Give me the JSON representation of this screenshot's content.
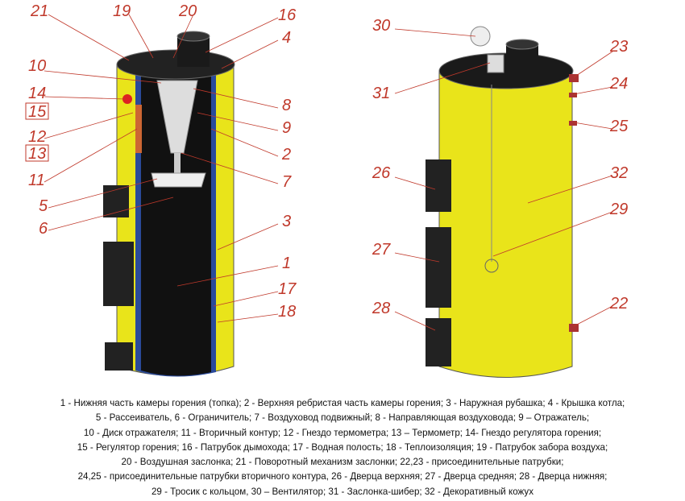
{
  "labels_left": [
    "21",
    "19",
    "20",
    "16",
    "4",
    "10",
    "14",
    "15",
    "12",
    "13",
    "11",
    "5",
    "6",
    "8",
    "9",
    "2",
    "7",
    "3",
    "1",
    "17",
    "18"
  ],
  "labels_right": [
    "30",
    "31",
    "23",
    "24",
    "25",
    "26",
    "32",
    "29",
    "27",
    "22",
    "28"
  ],
  "colors": {
    "casing": "#e9e41a",
    "label": "#c0392b",
    "interior": "#111111",
    "insulation": "#2a4a9a"
  },
  "caption": [
    "1 - Нижняя часть камеры горения (топка); 2 - Верхняя ребристая часть камеры горения; 3 - Наружная рубашка; 4 - Крышка котла;",
    "5 - Рассеиватель, 6 - Ограничитель; 7 - Воздуховод подвижный; 8 - Направляющая воздуховода; 9 – Отражатель;",
    "10 - Диск отражателя; 11 - Вторичный контур; 12 - Гнездо термометра; 13 – Термометр; 14- Гнездо регулятора горения;",
    "15 - Регулятор горения; 16 - Патрубок дымохода; 17 - Водная полость; 18 - Теплоизоляция; 19 - Патрубок забора воздуха;",
    "20 - Воздушная заслонка; 21 - Поворотный механизм заслонки; 22,23 - присоединительные патрубки;",
    "24,25 - присоединительные патрубки вторичного контура, 26 - Дверца верхняя; 27 - Дверца средняя; 28 - Дверца нижняя;",
    "29 - Тросик с кольцом, 30 – Вентилятор; 31 - Заслонка-шибер; 32 - Декоративный кожух"
  ]
}
